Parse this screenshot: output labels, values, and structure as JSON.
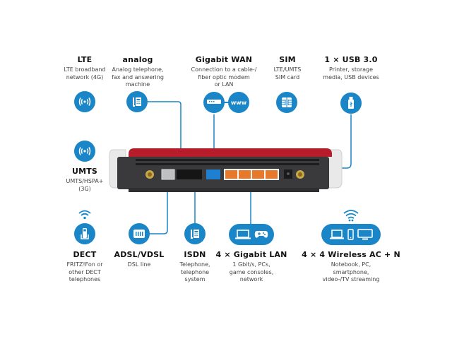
{
  "colors": {
    "accent_blue": "#1a86c7",
    "router_red": "#b71c2b",
    "router_body": "#3a3a3c",
    "lan_orange": "#e8782a",
    "wan_blue": "#1f7fd0"
  },
  "features": {
    "lte": {
      "title": "LTE",
      "desc": [
        "LTE broadband",
        "network (4G)"
      ],
      "icon": "radio-signal-icon"
    },
    "analog": {
      "title": "analog",
      "desc": [
        "Analog telephone,",
        "fax and answering",
        "machine"
      ],
      "icon": "desk-phone-icon"
    },
    "wan": {
      "title": "Gigabit WAN",
      "desc": [
        "Connection to a cable-/",
        "fiber optic modem",
        "or LAN"
      ],
      "icon": "modem-icon",
      "icon2": "www-icon",
      "icon2_text": "www"
    },
    "sim": {
      "title": "SIM",
      "desc": [
        "LTE/UMTS",
        "SIM card"
      ],
      "icon": "sim-card-icon"
    },
    "usb": {
      "title": "1 × USB 3.0",
      "desc": [
        "Printer, storage",
        "media, USB devices"
      ],
      "icon": "usb-stick-icon"
    },
    "umts": {
      "title": "UMTS",
      "desc": [
        "UMTS/HSPA+",
        "(3G)"
      ],
      "icon": "radio-signal-icon"
    },
    "dect": {
      "title": "DECT",
      "desc": [
        "FRITZ!Fon or",
        "other DECT",
        "telephones"
      ],
      "icon": "cordless-phone-icon"
    },
    "dsl": {
      "title": "ADSL/VDSL",
      "desc": [
        "DSL line"
      ],
      "icon": "dsl-plug-icon"
    },
    "isdn": {
      "title": "ISDN",
      "desc": [
        "Telephone,",
        "telephone",
        "system"
      ],
      "icon": "desk-phone-icon"
    },
    "lan": {
      "title": "4 × Gigabit LAN",
      "desc": [
        "1 Gbit/s, PCs,",
        "game consoles,",
        "network"
      ],
      "icon": "laptop-icon",
      "icon2": "gamepad-icon"
    },
    "wlan": {
      "title": "4 × 4 Wireless AC + N",
      "desc": [
        "Notebook, PC,",
        "smartphone,",
        "video-/TV streaming"
      ],
      "icon": "laptop-icon",
      "icon2": "smartphone-icon",
      "icon3": "monitor-icon"
    }
  }
}
